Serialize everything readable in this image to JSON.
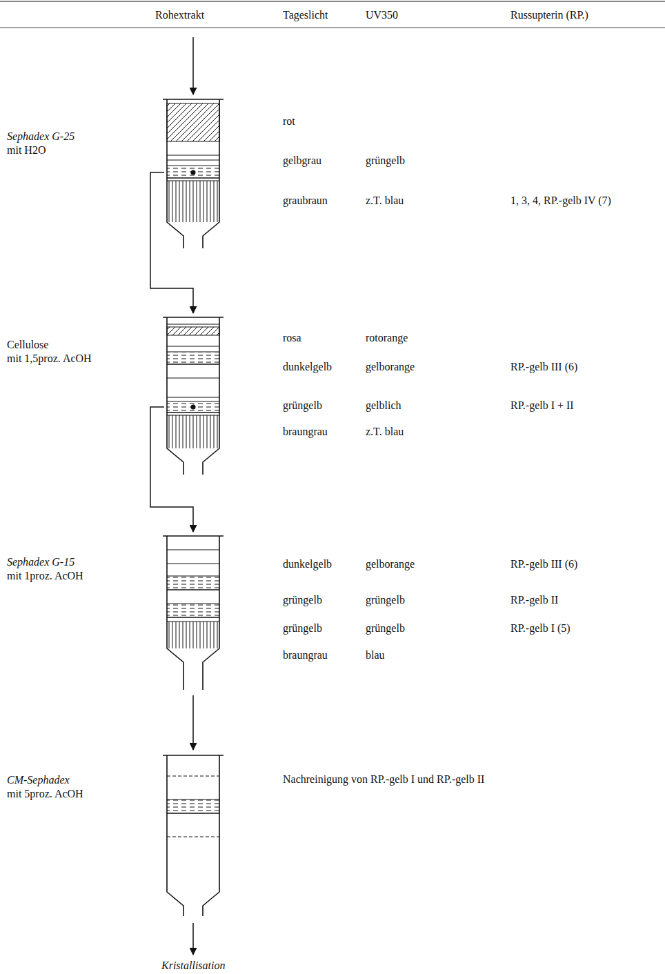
{
  "diagram": {
    "nodes": [
      {
        "text": [
          "Sephadex G-25",
          "mit H2O"
        ]
      },
      {
        "text": [
          "Cellulose",
          "mit 1,5proz. AcOH"
        ]
      },
      {
        "text": [
          "Sephadex G-15",
          "mit 1proz. AcOH"
        ]
      },
      {
        "text": [
          "CM-Sephadex",
          "mit 5proz. AcOH"
        ]
      }
    ],
    "edges": [
      {
        "from": 0,
        "to": 1,
        "arrow": "to"
      },
      {
        "from": 1,
        "to": 2,
        "arrow": "to"
      },
      {
        "from": 2,
        "to": 3,
        "arrow": "to"
      }
    ],
    "labels": [
      "Rohextrakt",
      "Tageslicht",
      "UV350",
      "Russupterin (RP.)",
      "rot",
      "gelbgrau",
      "grüngelb",
      "graubraun",
      "z.T. blau",
      "1, 3, 4, RP.-gelb IV (7)",
      "rosa",
      "rotorange",
      "dunkelgelb",
      "gelborange",
      "RP.-gelb III (6)",
      "grüngelb",
      "gelblich",
      "RP.-gelb I + II",
      "braungrau",
      "z.T. blau",
      "dunkelgelb",
      "gelborange",
      "RP.-gelb III (6)",
      "grüngelb",
      "grüngelb",
      "RP.-gelb II",
      "grüngelb",
      "grüngelb",
      "RP.-gelb I (5)",
      "braungrau",
      "blau",
      "Nachreinigung von RP.-gelb I und RP.-gelb II",
      "Kristallisation"
    ]
  }
}
